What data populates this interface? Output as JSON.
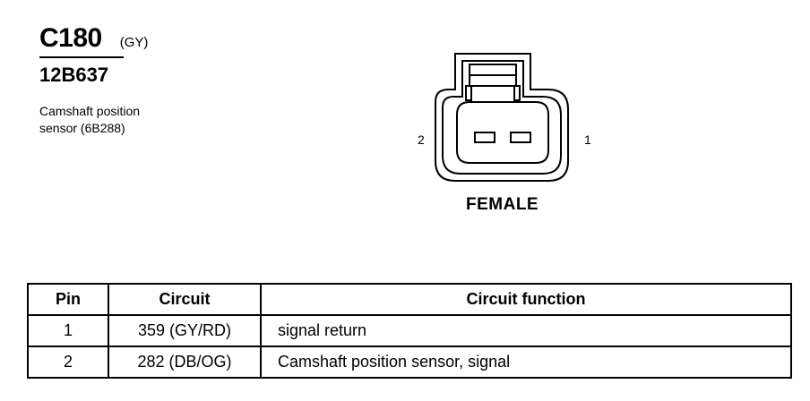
{
  "connector": {
    "id": "C180",
    "color_code": "(GY)",
    "part_number": "12B637",
    "description_line1": "Camshaft position",
    "description_line2": "sensor (6B288)"
  },
  "diagram": {
    "pin_left_label": "2",
    "pin_right_label": "1",
    "gender": "FEMALE"
  },
  "table": {
    "headers": {
      "pin": "Pin",
      "circuit": "Circuit",
      "function": "Circuit function"
    },
    "rows": [
      {
        "pin": "1",
        "circuit": "359 (GY/RD)",
        "function": "signal return"
      },
      {
        "pin": "2",
        "circuit": "282 (DB/OG)",
        "function": "Camshaft position sensor, signal"
      }
    ]
  }
}
